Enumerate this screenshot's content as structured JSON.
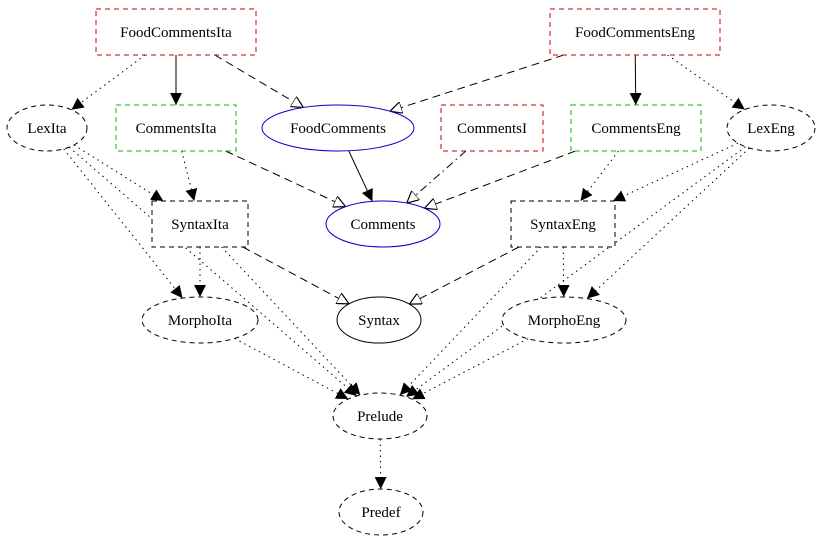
{
  "nodes": {
    "foodcommentsita": {
      "label": "FoodCommentsIta",
      "shape": "box",
      "border_color": "#cc0000",
      "border_style": "dashed"
    },
    "foodcommentseng": {
      "label": "FoodCommentsEng",
      "shape": "box",
      "border_color": "#cc0000",
      "border_style": "dashed"
    },
    "lexita": {
      "label": "LexIta",
      "shape": "ellipse",
      "border_color": "#000000",
      "border_style": "dashed"
    },
    "commentsita": {
      "label": "CommentsIta",
      "shape": "box",
      "border_color": "#00bb00",
      "border_style": "dashed"
    },
    "foodcomments": {
      "label": "FoodComments",
      "shape": "ellipse",
      "border_color": "#0000cc",
      "border_style": "solid"
    },
    "commentsi": {
      "label": "CommentsI",
      "shape": "box",
      "border_color": "#cc0000",
      "border_style": "dashed"
    },
    "commentseng": {
      "label": "CommentsEng",
      "shape": "box",
      "border_color": "#00bb00",
      "border_style": "dashed"
    },
    "lexeng": {
      "label": "LexEng",
      "shape": "ellipse",
      "border_color": "#000000",
      "border_style": "dashed"
    },
    "syntaxita": {
      "label": "SyntaxIta",
      "shape": "box",
      "border_color": "#000000",
      "border_style": "dashed"
    },
    "comments": {
      "label": "Comments",
      "shape": "ellipse",
      "border_color": "#0000cc",
      "border_style": "solid"
    },
    "syntaxeng": {
      "label": "SyntaxEng",
      "shape": "box",
      "border_color": "#000000",
      "border_style": "dashed"
    },
    "morphoita": {
      "label": "MorphoIta",
      "shape": "ellipse",
      "border_color": "#000000",
      "border_style": "dashed"
    },
    "syntax": {
      "label": "Syntax",
      "shape": "ellipse",
      "border_color": "#000000",
      "border_style": "solid"
    },
    "morphoeng": {
      "label": "MorphoEng",
      "shape": "ellipse",
      "border_color": "#000000",
      "border_style": "dashed"
    },
    "prelude": {
      "label": "Prelude",
      "shape": "ellipse",
      "border_color": "#000000",
      "border_style": "dashed"
    },
    "predef": {
      "label": "Predef",
      "shape": "ellipse",
      "border_color": "#000000",
      "border_style": "dashed"
    }
  },
  "edges": [
    {
      "from": "foodcommentsita",
      "to": "commentsita",
      "style": "solid",
      "arrow": "filled"
    },
    {
      "from": "foodcommentsita",
      "to": "lexita",
      "style": "dotted",
      "arrow": "filled"
    },
    {
      "from": "foodcommentsita",
      "to": "foodcomments",
      "style": "dashed",
      "arrow": "open"
    },
    {
      "from": "foodcommentseng",
      "to": "commentseng",
      "style": "solid",
      "arrow": "filled"
    },
    {
      "from": "foodcommentseng",
      "to": "lexeng",
      "style": "dotted",
      "arrow": "filled"
    },
    {
      "from": "foodcommentseng",
      "to": "foodcomments",
      "style": "dashed",
      "arrow": "open"
    },
    {
      "from": "foodcomments",
      "to": "comments",
      "style": "solid",
      "arrow": "filled"
    },
    {
      "from": "commentsita",
      "to": "comments",
      "style": "dashed",
      "arrow": "open"
    },
    {
      "from": "commentsita",
      "to": "syntaxita",
      "style": "dotted",
      "arrow": "filled"
    },
    {
      "from": "commentsi",
      "to": "comments",
      "style": "dashdot",
      "arrow": "open"
    },
    {
      "from": "commentseng",
      "to": "comments",
      "style": "dashed",
      "arrow": "open"
    },
    {
      "from": "commentseng",
      "to": "syntaxeng",
      "style": "dotted",
      "arrow": "filled"
    },
    {
      "from": "lexita",
      "to": "syntaxita",
      "style": "dotted",
      "arrow": "filled"
    },
    {
      "from": "lexita",
      "to": "morphoita",
      "style": "dotted",
      "arrow": "filled"
    },
    {
      "from": "lexita",
      "to": "prelude",
      "style": "dotted",
      "arrow": "filled"
    },
    {
      "from": "lexeng",
      "to": "syntaxeng",
      "style": "dotted",
      "arrow": "filled"
    },
    {
      "from": "lexeng",
      "to": "morphoeng",
      "style": "dotted",
      "arrow": "filled"
    },
    {
      "from": "lexeng",
      "to": "prelude",
      "style": "dotted",
      "arrow": "filled"
    },
    {
      "from": "syntaxita",
      "to": "morphoita",
      "style": "dotted",
      "arrow": "filled"
    },
    {
      "from": "syntaxita",
      "to": "syntax",
      "style": "dashed",
      "arrow": "open"
    },
    {
      "from": "syntaxita",
      "to": "prelude",
      "style": "dotted",
      "arrow": "filled"
    },
    {
      "from": "syntaxeng",
      "to": "morphoeng",
      "style": "dotted",
      "arrow": "filled"
    },
    {
      "from": "syntaxeng",
      "to": "syntax",
      "style": "dashed",
      "arrow": "open"
    },
    {
      "from": "syntaxeng",
      "to": "prelude",
      "style": "dotted",
      "arrow": "filled"
    },
    {
      "from": "morphoita",
      "to": "prelude",
      "style": "dotted",
      "arrow": "filled"
    },
    {
      "from": "morphoeng",
      "to": "prelude",
      "style": "dotted",
      "arrow": "filled"
    },
    {
      "from": "prelude",
      "to": "predef",
      "style": "dotted",
      "arrow": "filled"
    }
  ]
}
